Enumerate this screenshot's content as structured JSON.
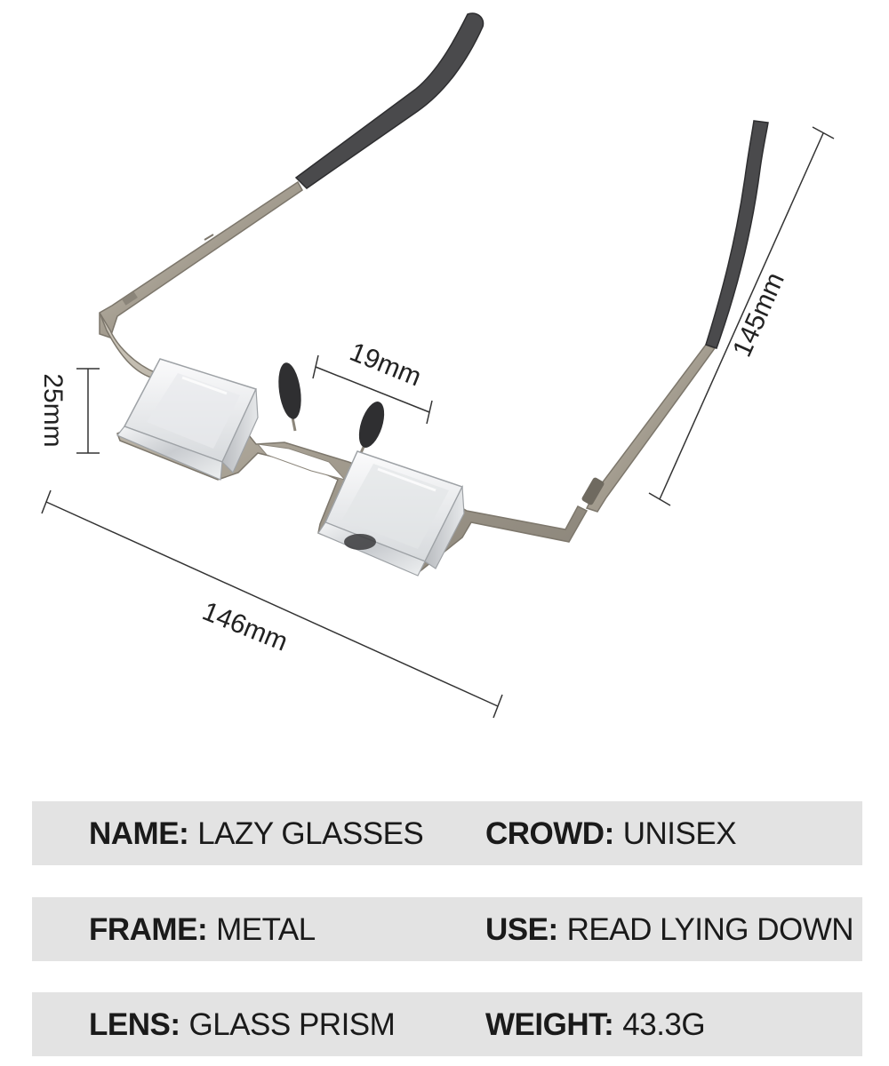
{
  "dimensions": {
    "height": "25mm",
    "bridge": "19mm",
    "width": "146mm",
    "temple": "145mm"
  },
  "specs": {
    "separator": ":",
    "rows": [
      {
        "left": {
          "label": "NAME",
          "value": "LAZY GLASSES"
        },
        "right": {
          "label": "CROWD",
          "value": "UNISEX"
        }
      },
      {
        "left": {
          "label": "FRAME",
          "value": "METAL"
        },
        "right": {
          "label": "USE",
          "value": "READ LYING DOWN"
        }
      },
      {
        "left": {
          "label": "LENS",
          "value": "GLASS PRISM"
        },
        "right": {
          "label": "WEIGHT",
          "value": "43.3G"
        }
      }
    ]
  }
}
